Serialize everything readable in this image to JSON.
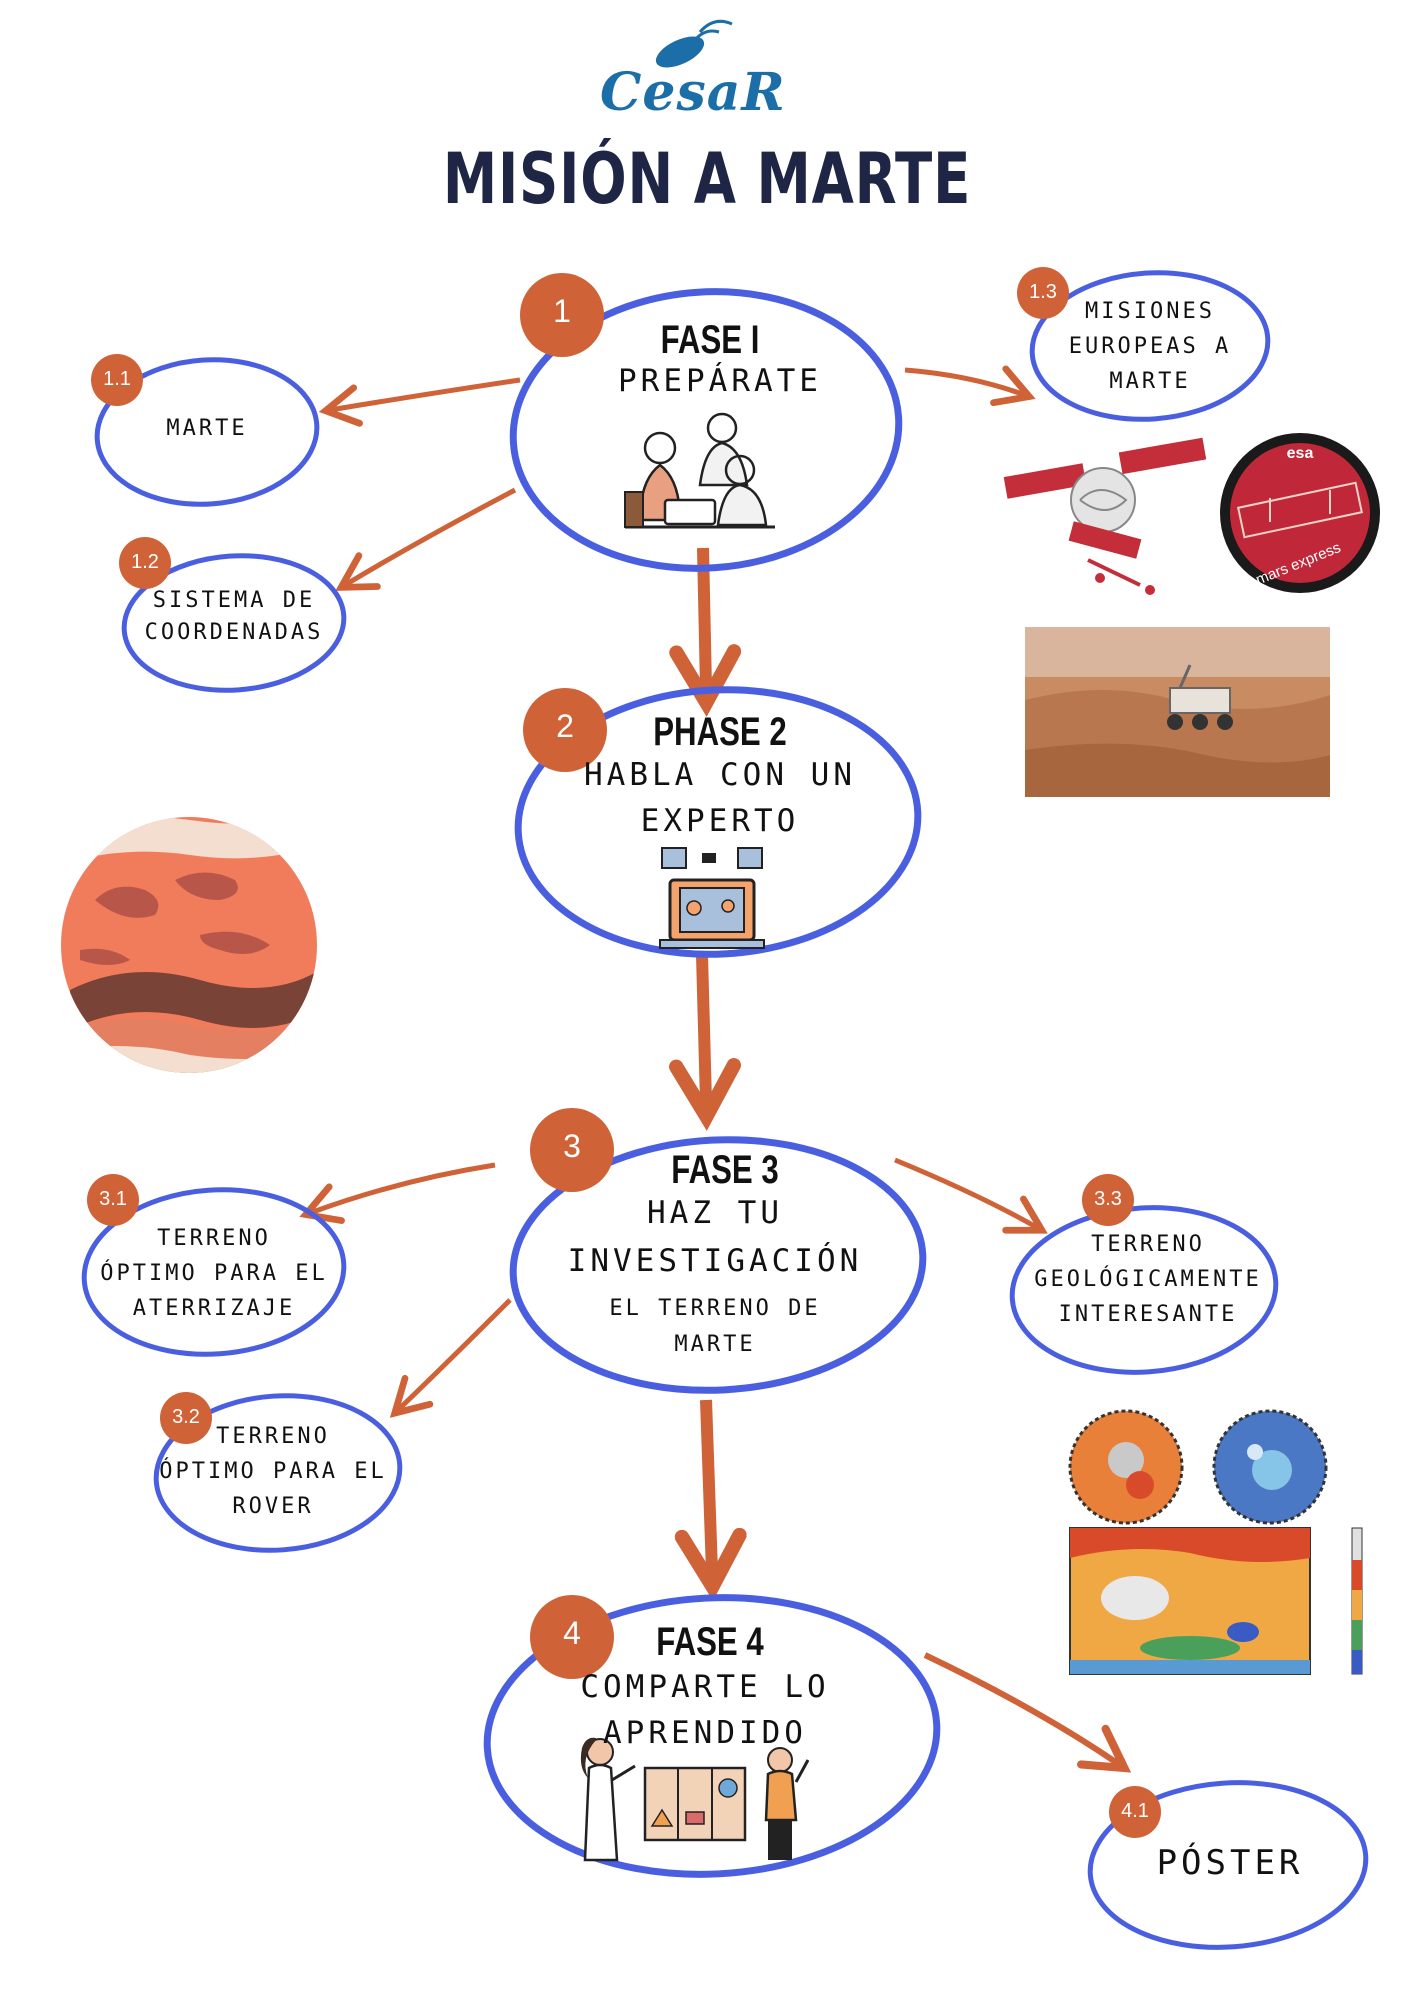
{
  "logo": {
    "text": "CesaR"
  },
  "title": "MISIÓN A MARTE",
  "phases": [
    {
      "number": "1",
      "heading": "FASE I",
      "subtitle": [
        "PREPÁRATE"
      ]
    },
    {
      "number": "2",
      "heading": "PHASE 2",
      "subtitle": [
        "HABLA CON UN",
        "EXPERTO"
      ]
    },
    {
      "number": "3",
      "heading": "FASE 3",
      "subtitle": [
        "HAZ TU",
        "INVESTIGACIÓN"
      ],
      "detail": [
        "EL TERRENO DE",
        "MARTE"
      ]
    },
    {
      "number": "4",
      "heading": "FASE 4",
      "subtitle": [
        "COMPARTE LO",
        "APRENDIDO"
      ]
    }
  ],
  "subtopics": [
    {
      "number": "1.1",
      "lines": [
        "MARTE"
      ]
    },
    {
      "number": "1.2",
      "lines": [
        "SISTEMA DE",
        "COORDENADAS"
      ]
    },
    {
      "number": "1.3",
      "lines": [
        "MISIONES",
        "EUROPEAS A",
        "MARTE"
      ]
    },
    {
      "number": "3.1",
      "lines": [
        "TERRENO",
        "ÓPTIMO PARA EL",
        "ATERRIZAJE"
      ]
    },
    {
      "number": "3.2",
      "lines": [
        "TERRENO",
        "ÓPTIMO PARA EL",
        "ROVER"
      ]
    },
    {
      "number": "3.3",
      "lines": [
        "TERRENO",
        "GEOLÓGICAMENTE",
        "INTERESANTE"
      ]
    },
    {
      "number": "4.1",
      "lines": [
        "PÓSTER"
      ]
    }
  ],
  "badges": {
    "esa": "esa",
    "mission": "mars express"
  },
  "colors": {
    "ellipse": "#4a5fe0",
    "arrow": "#cf6236",
    "badge": "#cf6236",
    "title": "#1f2545",
    "logo": "#1b6ea8"
  }
}
